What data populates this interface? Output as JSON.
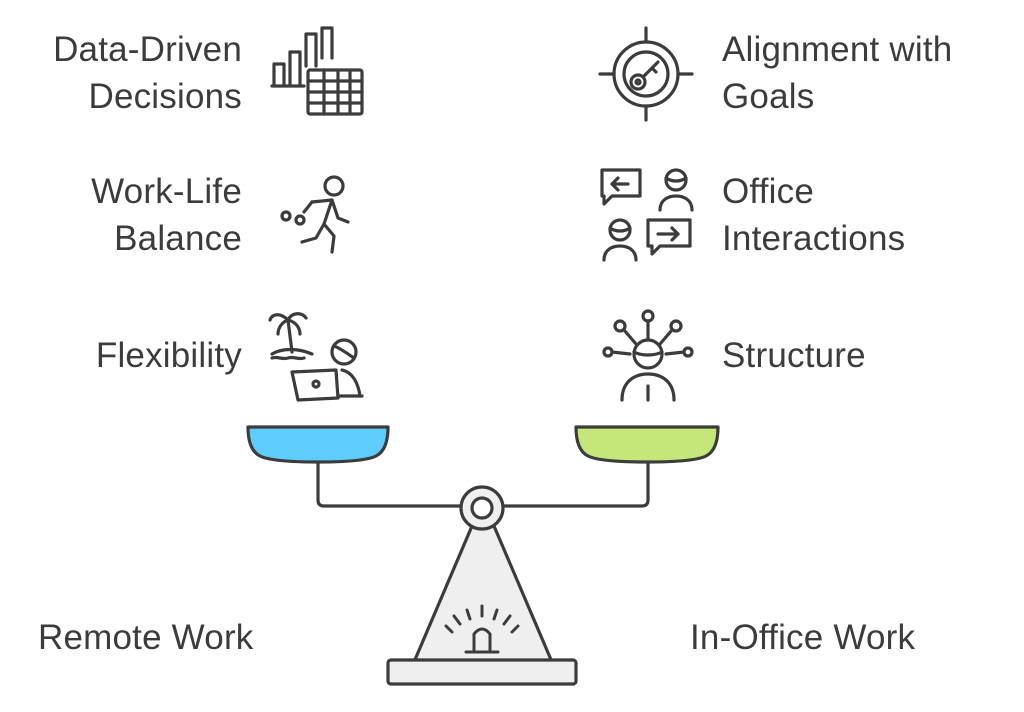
{
  "left_factors": [
    {
      "lines": [
        "Data-Driven",
        "Decisions"
      ],
      "icon": "chart-table-icon"
    },
    {
      "lines": [
        "Work-Life",
        "Balance"
      ],
      "icon": "running-person-icon"
    },
    {
      "lines": [
        "Flexibility"
      ],
      "icon": "beach-laptop-icon"
    }
  ],
  "right_factors": [
    {
      "lines": [
        "Alignment with",
        "Goals"
      ],
      "icon": "target-key-icon"
    },
    {
      "lines": [
        "Office",
        "Interactions"
      ],
      "icon": "people-chat-icon"
    },
    {
      "lines": [
        "Structure"
      ],
      "icon": "network-person-icon"
    }
  ],
  "sides": {
    "left": "Remote Work",
    "right": "In-Office Work"
  },
  "colors": {
    "left_pan": "#5fcdfb",
    "right_pan": "#c5e77a",
    "stroke": "#3c3c3c",
    "base_fill": "#efefef"
  }
}
